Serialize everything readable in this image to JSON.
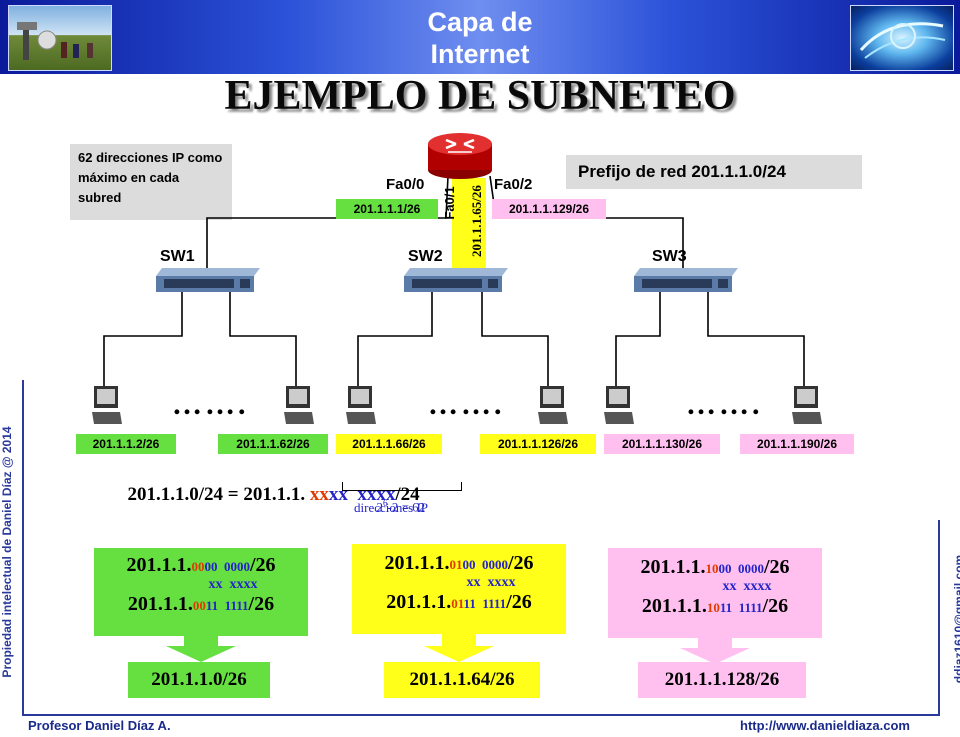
{
  "header": {
    "title_line1": "Capa de",
    "title_line2": "Internet"
  },
  "title": "EJEMPLO DE SUBNETEO",
  "note_max": "62 direcciones IP como máximo en cada subred",
  "prefix_note": "Prefijo de red 201.1.1.0/24",
  "router": {
    "fa00": "Fa0/0",
    "fa02": "Fa0/2",
    "fa01": "Fa0/1",
    "ip_fa00": "201.1.1.1/26",
    "ip_fa01": "201.1.1.65/26",
    "ip_fa02": "201.1.1.129/26"
  },
  "switches": [
    "SW1",
    "SW2",
    "SW3"
  ],
  "dots": "…….",
  "hosts": [
    "201.1.1.2/26",
    "201.1.1.62/26",
    "201.1.1.66/26",
    "201.1.1.126/26",
    "201.1.1.130/26",
    "201.1.1.190/26"
  ],
  "equation": {
    "prefix": "201.1.1.0/24 = 201.1.1. ",
    "red": "xx",
    "blue1": "xx  xxxx",
    "suffix": "/24"
  },
  "formula": {
    "base": "2",
    "exp": "6",
    "rest": "-2 = 62",
    "caption": "direcciones IP"
  },
  "subnets": [
    {
      "line1": {
        "pre": "201.1.1.",
        "red": "00",
        "blue": "00  0000",
        "post": "/26"
      },
      "line2": "xx  xxxx",
      "line3": {
        "pre": "201.1.1.",
        "red": "00",
        "blue": "11  1111",
        "post": "/26"
      },
      "result": "201.1.1.0/26"
    },
    {
      "line1": {
        "pre": "201.1.1.",
        "red": "01",
        "blue": "00  0000",
        "post": "/26"
      },
      "line2": "xx  xxxx",
      "line3": {
        "pre": "201.1.1.",
        "red": "01",
        "blue": "11  1111",
        "post": "/26"
      },
      "result": "201.1.1.64/26"
    },
    {
      "line1": {
        "pre": "201.1.1.",
        "red": "10",
        "blue": "00  0000",
        "post": "/26"
      },
      "line2": "xx  xxxx",
      "line3": {
        "pre": "201.1.1.",
        "red": "10",
        "blue": "11  1111",
        "post": "/26"
      },
      "result": "201.1.1.128/26"
    }
  ],
  "footer": {
    "left": "Profesor Daniel Díaz A.",
    "right": "http://www.danieldiaza.com"
  },
  "side_left": "Propiedad intelectual de Daniel Díaz @ 2014",
  "side_right": "ddiaz1610@gmail.com",
  "colors": {
    "green": "#66e040",
    "yellow": "#ffff1a",
    "pink": "#ffc0f0",
    "bit_red": "#e03a00",
    "bit_blue": "#2424c8",
    "header_blue": "#2b52d8"
  }
}
